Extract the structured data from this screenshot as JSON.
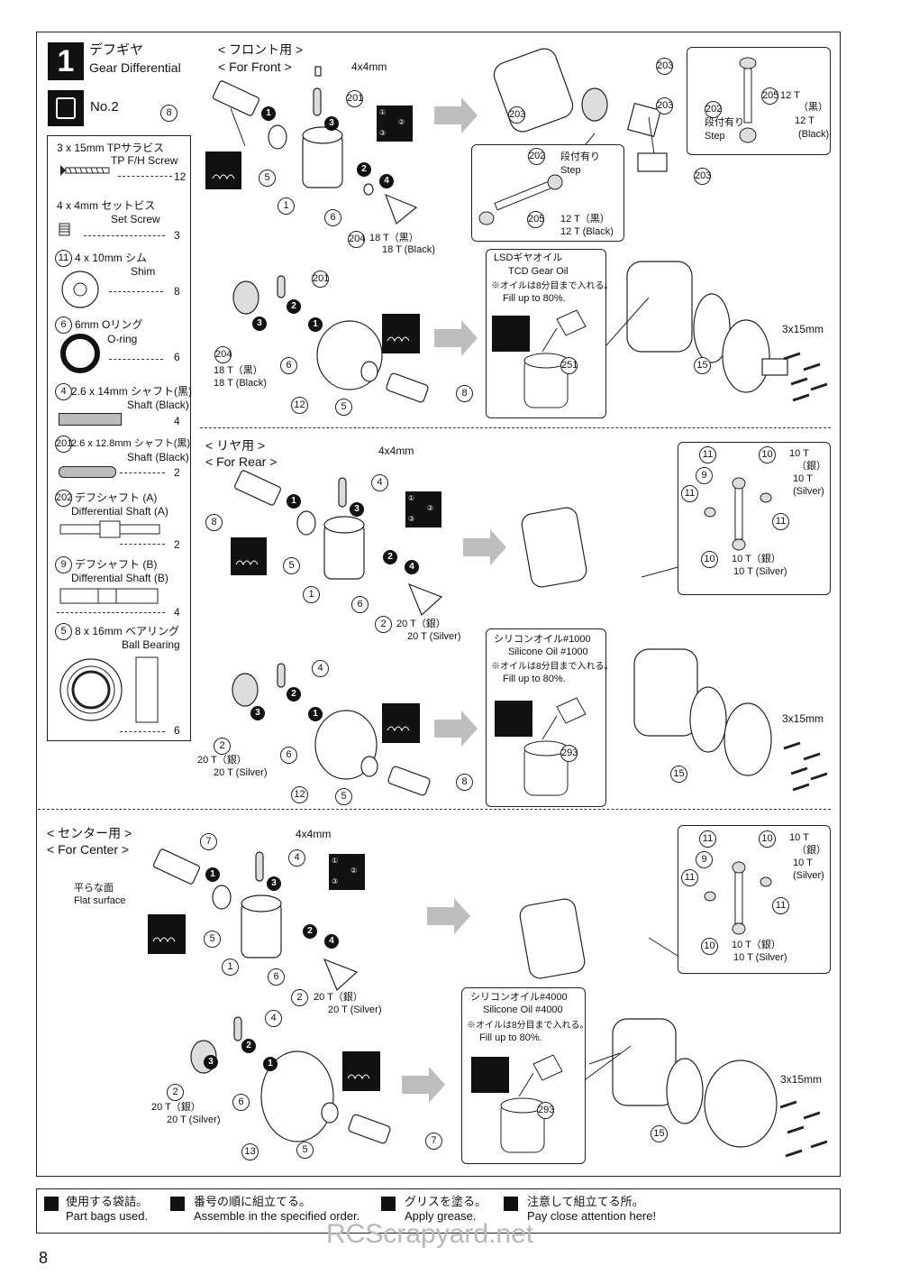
{
  "step": {
    "number": "1",
    "title_jp": "デフギヤ",
    "title_en": "Gear Differential"
  },
  "bag": {
    "label": "No.2"
  },
  "parts_list": [
    {
      "jp": "3 x 15mm TPサラビス",
      "en": "TP F/H Screw",
      "qty": "12",
      "ref": ""
    },
    {
      "jp": "4 x 4mm  セットビス",
      "en": "Set Screw",
      "qty": "3",
      "ref": ""
    },
    {
      "jp": "4 x 10mm  シム",
      "en": "Shim",
      "qty": "8",
      "ref": "11"
    },
    {
      "jp": "6mm  Oリング",
      "en": "O-ring",
      "qty": "6",
      "ref": "6"
    },
    {
      "jp": "2.6 x 14mm シャフト(黒)",
      "en": "Shaft (Black)",
      "qty": "4",
      "ref": "4"
    },
    {
      "jp": "2.6 x 12.8mm  シャフト(黒)",
      "en": "Shaft (Black)",
      "qty": "2",
      "ref": "201"
    },
    {
      "jp": "デフシャフト (A)",
      "en": "Differential Shaft (A)",
      "qty": "2",
      "ref": "202"
    },
    {
      "jp": "デフシャフト (B)",
      "en": "Differential Shaft (B)",
      "qty": "4",
      "ref": "9"
    },
    {
      "jp": "8 x 16mm  ベアリング",
      "en": "Ball Bearing",
      "qty": "6",
      "ref": "5"
    }
  ],
  "sections": {
    "front": {
      "jp": "< フロント用 >",
      "en": "< For Front >"
    },
    "rear": {
      "jp": "< リヤ用 >",
      "en": "< For Rear >"
    },
    "center": {
      "jp": "< センター用 >",
      "en": "< For Center >"
    }
  },
  "labels": {
    "set_screw": "4x4mm",
    "screw_15": "3x15mm",
    "gear_18_jp": "18 T（黒）",
    "gear_18_en": "18 T (Black)",
    "gear_20_jp": "20 T（銀）",
    "gear_20_en": "20 T (Silver)",
    "gear_12_jp": "12 T（黒）",
    "gear_12_en": "12 T (Black)",
    "gear_12_jp_split": "12 T",
    "gear_12_jp_paren": "（黒）",
    "gear_12_en_split": "12 T",
    "gear_12_en_paren": "(Black)",
    "gear_10_jp": "10 T",
    "gear_10_jp_paren": "（銀）",
    "gear_10_en": "10 T",
    "gear_10_en_paren": "(Silver)",
    "gear_10_inline_jp": "10 T（銀）",
    "gear_10_inline_en": "10 T (Silver)",
    "step_jp": "段付有り",
    "step_en": "Step",
    "flat_jp": "平らな面",
    "flat_en": "Flat surface"
  },
  "oil": {
    "front": {
      "jp": "LSDギヤオイル",
      "en": "TCD Gear Oil",
      "note_jp": "※オイルは8分目まで入れる。",
      "note_en": "Fill up to 80%.",
      "ref": "251"
    },
    "rear": {
      "jp": "シリコンオイル#1000",
      "en": "Silicone Oil #1000",
      "note_jp": "※オイルは8分目まで入れる。",
      "note_en": "Fill up to 80%.",
      "ref": "293"
    },
    "center": {
      "jp": "シリコンオイル#4000",
      "en": "Silicone Oil #4000",
      "note_jp": "※オイルは8分目まで入れる。",
      "note_en": "Fill up to 80%.",
      "ref": "293"
    }
  },
  "legend": [
    {
      "jp": "使用する袋詰。",
      "en": "Part bags used.",
      "icon": "bag-icon"
    },
    {
      "jp": "番号の順に組立てる。",
      "en": "Assemble in the specified order.",
      "icon": "order-icon"
    },
    {
      "jp": "グリスを塗る。",
      "en": "Apply grease.",
      "icon": "grease-icon"
    },
    {
      "jp": "注意して組立てる所。",
      "en": "Pay close attention here!",
      "icon": "attention-icon"
    }
  ],
  "page_number": "8",
  "watermark": "RCScrapyard.net",
  "order_icon": {
    "a": "①",
    "b": "②",
    "c": "③"
  },
  "refs": {
    "r1": "1",
    "r2": "2",
    "r4": "4",
    "r5": "5",
    "r6": "6",
    "r7": "7",
    "r8": "8",
    "r9": "9",
    "r10": "10",
    "r11": "11",
    "r12": "12",
    "r13": "13",
    "r15": "15",
    "r201": "201",
    "r202": "202",
    "r203": "203",
    "r204": "204",
    "r205": "205"
  },
  "seq": {
    "s1": "1",
    "s2": "2",
    "s3": "3",
    "s4": "4"
  }
}
